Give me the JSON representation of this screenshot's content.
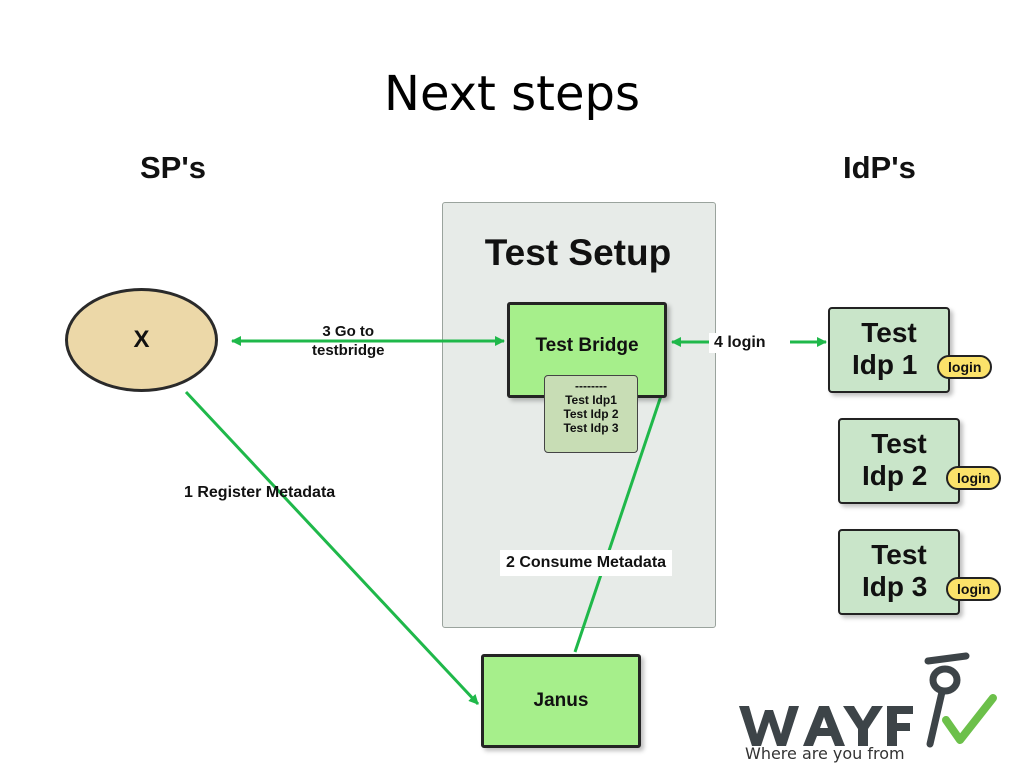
{
  "title": "Next steps",
  "columns": {
    "left": "SP's",
    "right": "IdP's"
  },
  "test_setup": {
    "label": "Test Setup",
    "bridge": "Test Bridge",
    "idp_list": [
      "--------",
      "Test Idp1",
      "Test Idp 2",
      "Test Idp 3"
    ]
  },
  "sp": {
    "label": "X"
  },
  "janus": {
    "label": "Janus"
  },
  "idps": [
    {
      "line1": "Test",
      "line2": "Idp 1",
      "badge": "login"
    },
    {
      "line1": "Test",
      "line2": "Idp 2",
      "badge": "login"
    },
    {
      "line1": "Test",
      "line2": "Idp 3",
      "badge": "login"
    }
  ],
  "edges": {
    "register": "1 Register Metadata",
    "consume": "2 Consume Metadata",
    "goto_line1": "3 Go to",
    "goto_line2": "testbridge",
    "login": "4 login"
  },
  "logo": {
    "tagline": "Where are you from",
    "wordmark": "WAYF"
  },
  "colors": {
    "arrow": "#1fb84a",
    "node_green": "#a6ef8b",
    "idp_fill": "#c9e5c9",
    "badge": "#fbe26a",
    "sp_fill": "#ecd8a8"
  }
}
